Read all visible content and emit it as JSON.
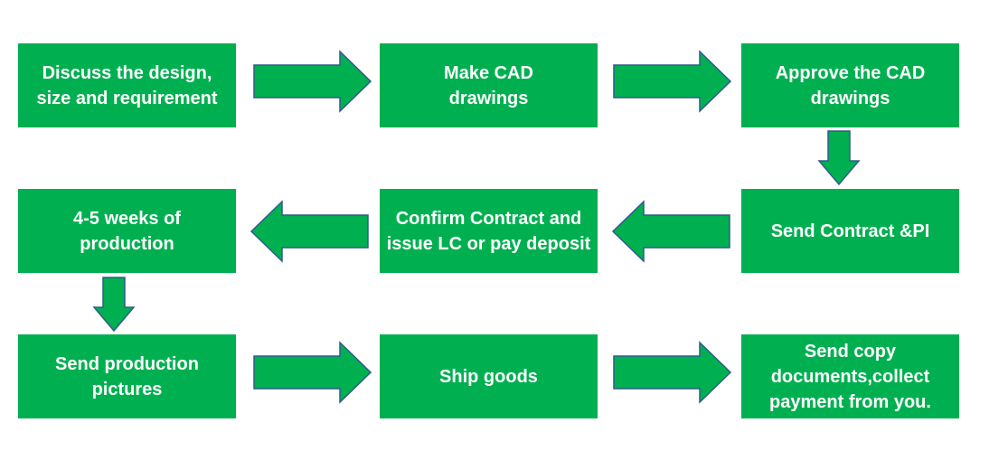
{
  "colors": {
    "box_fill": "#00b050",
    "box_text": "#ffffff",
    "arrow_fill": "#00b050",
    "arrow_outline": "#2e5c8a"
  },
  "steps": [
    {
      "label": "Discuss the design, size and requirement"
    },
    {
      "label": "Make CAD drawings"
    },
    {
      "label": "Approve the CAD drawings"
    },
    {
      "label": "Send Contract &PI"
    },
    {
      "label": "Confirm Contract and issue LC or pay deposit"
    },
    {
      "label": "4-5 weeks of production"
    },
    {
      "label": "Send production pictures"
    },
    {
      "label": "Ship goods"
    },
    {
      "label": "Send copy documents,collect payment from you."
    }
  ],
  "arrows": [
    {
      "direction": "right-arrow-icon"
    },
    {
      "direction": "right-arrow-icon"
    },
    {
      "direction": "down-arrow-icon"
    },
    {
      "direction": "left-arrow-icon"
    },
    {
      "direction": "left-arrow-icon"
    },
    {
      "direction": "down-arrow-icon"
    },
    {
      "direction": "right-arrow-icon"
    },
    {
      "direction": "right-arrow-icon"
    }
  ]
}
